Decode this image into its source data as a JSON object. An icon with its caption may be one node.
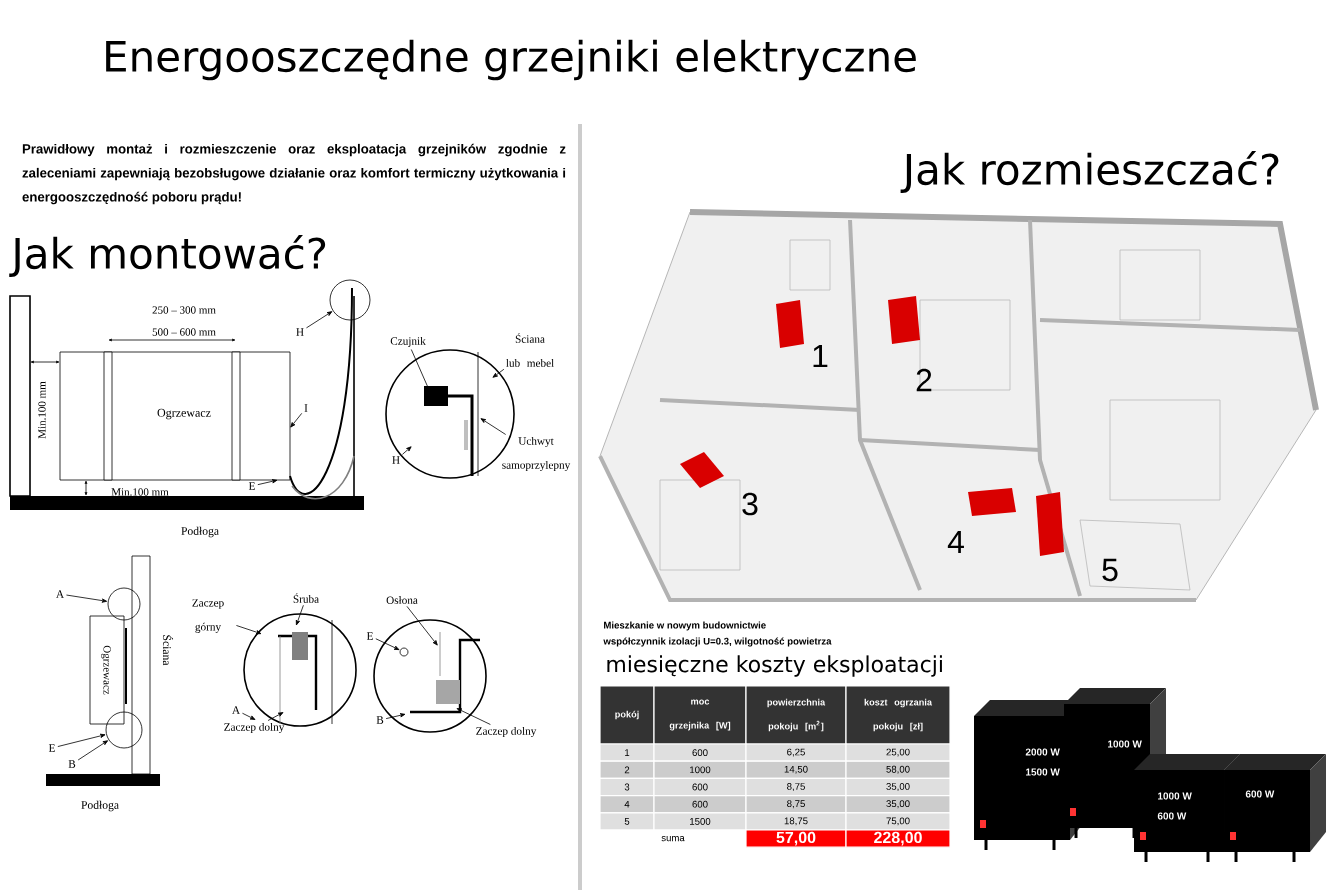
{
  "diagram": {
    "title": "Energooszczędne grzejniki elektryczne",
    "nodes": [
      {
        "text": [
          "H"
        ]
      },
      {
        "text": [
          "I"
        ]
      },
      {
        "text": [
          "E"
        ]
      },
      {
        "text": [
          "Czujnik"
        ]
      },
      {
        "text": [
          "Ściana lub mebel"
        ]
      },
      {
        "text": [
          "H"
        ]
      },
      {
        "text": [
          "Uchwyt samoprzylepny"
        ]
      },
      {
        "text": [
          "A"
        ]
      },
      {
        "text": [
          "E"
        ]
      },
      {
        "text": [
          "B"
        ]
      },
      {
        "text": [
          "Śruba"
        ]
      },
      {
        "text": [
          "Zaczep górny"
        ]
      },
      {
        "text": [
          "A"
        ]
      },
      {
        "text": [
          "Zaczep dolny"
        ]
      },
      {
        "text": [
          "Osłona"
        ]
      },
      {
        "text": [
          "E"
        ]
      },
      {
        "text": [
          "B"
        ]
      },
      {
        "text": [
          "Zaczep dolny"
        ]
      },
      {
        "text": [],
        "shape": "circle"
      },
      {
        "text": [],
        "shape": "circle"
      },
      {
        "text": [],
        "shape": "circle"
      },
      {
        "text": [],
        "shape": "circle"
      }
    ],
    "edges": [
      {
        "from": 0,
        "to": 18,
        "arrow": "to"
      },
      {
        "from": 1,
        "to": null,
        "arrow": "to"
      },
      {
        "from": 2,
        "to": null,
        "arrow": "to"
      },
      {
        "from": 3,
        "to": null,
        "arrow": "to"
      },
      {
        "from": 4,
        "to": null,
        "arrow": "to"
      },
      {
        "from": 5,
        "to": null,
        "arrow": "to"
      },
      {
        "from": 6,
        "to": null,
        "arrow": "to"
      },
      {
        "from": 7,
        "to": 19,
        "arrow": "to"
      },
      {
        "from": 8,
        "to": 20,
        "arrow": "to"
      },
      {
        "from": 9,
        "to": 20,
        "arrow": "to"
      },
      {
        "from": 10,
        "to": null,
        "arrow": "to"
      },
      {
        "from": 11,
        "to": null,
        "arrow": "to"
      },
      {
        "from": 12,
        "to": null,
        "arrow": "to"
      },
      {
        "from": 13,
        "to": null,
        "arrow": "to"
      },
      {
        "from": 14,
        "to": null,
        "arrow": "to"
      },
      {
        "from": 15,
        "to": 21,
        "arrow": "to"
      },
      {
        "from": 16,
        "to": null,
        "arrow": "to"
      },
      {
        "from": 17,
        "to": null,
        "arrow": "to"
      }
    ],
    "labels": [
      "Prawidłowy montaż i rozmieszczenie oraz eksploatacja grzejników zgodnie z zaleceniami zapewniają bezobsługowe działanie oraz komfort termiczny użytkowania i energooszczędność poboru prądu!",
      "Jak montować?",
      "250 – 300 mm",
      "500 – 600 mm",
      "Min.100 mm",
      "Ogrzewacz",
      "Min.100 mm",
      "Podłoga",
      "Ogrzewacz",
      "Ściana",
      "Podłoga",
      "Jak rozmieszczać?",
      "1",
      "2",
      "3",
      "4",
      "5",
      "Mieszkanie w nowym budownictwie",
      "współczynnik izolacji U=0.3, wilgotność powietrza",
      "miesięczne koszty eksploatacji",
      "pokój",
      "moc grzejnika [W]",
      "powierzchnia pokoju [m$^{2}$]",
      "koszt ogrzania pokoju [zł]",
      "1",
      "600",
      "6,25",
      "25,00",
      "2",
      "1000",
      "14,50",
      "58,00",
      "3",
      "600",
      "8,75",
      "35,00",
      "4",
      "600",
      "8,75",
      "35,00",
      "5",
      "1500",
      "18,75",
      "75,00",
      "suma",
      "57,00",
      "228,00",
      "2000 W",
      "1500 W",
      "1000 W",
      "1000 W",
      "600 W",
      "600 W"
    ]
  }
}
